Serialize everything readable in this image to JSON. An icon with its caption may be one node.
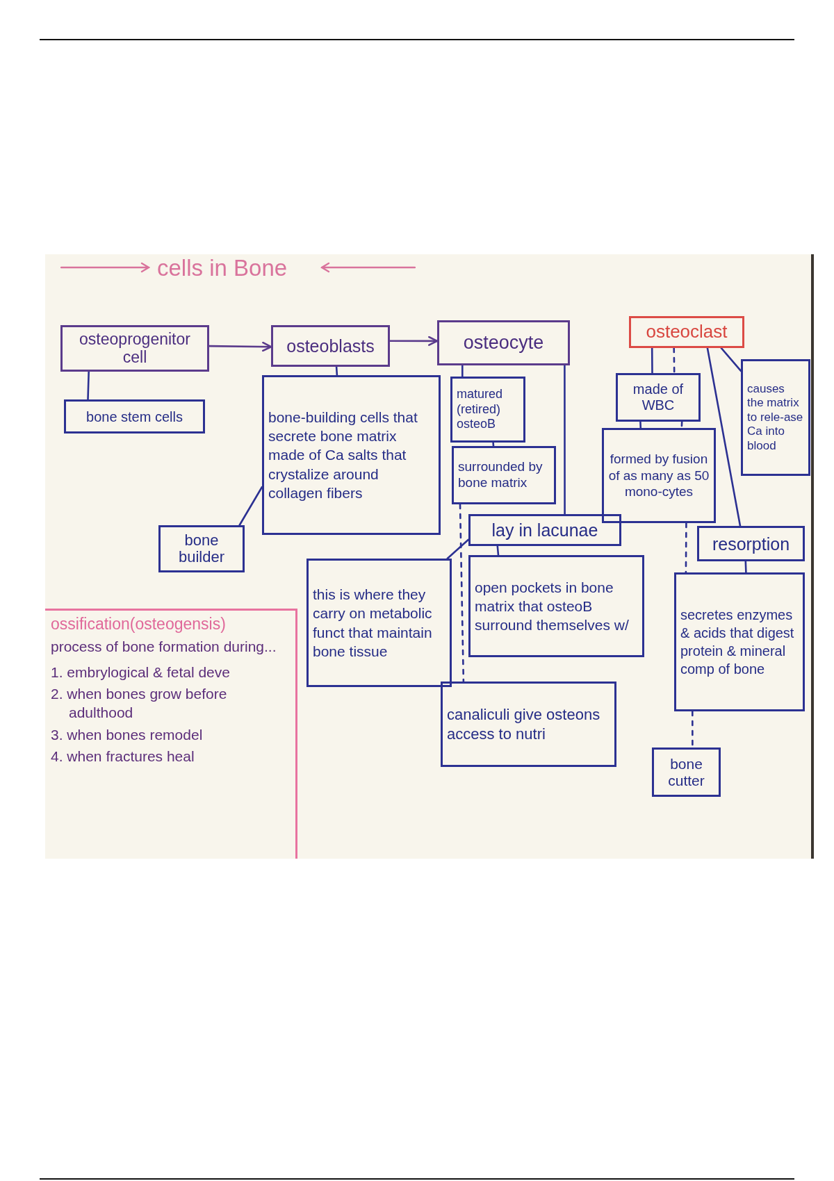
{
  "diagram": {
    "title": "cells in Bone",
    "nodes": [
      {
        "text": [
          "osteoprogenitor cell"
        ]
      },
      {
        "text": [
          "bone stem cells"
        ]
      },
      {
        "text": [
          "osteoblasts"
        ]
      },
      {
        "text": [
          "bone-building cells that secrete bone matrix made of Ca salts that crystalize around collagen fibers"
        ]
      },
      {
        "text": [
          "bone builder"
        ]
      },
      {
        "text": [
          "osteocyte"
        ]
      },
      {
        "text": [
          "matured (retired) osteoB"
        ]
      },
      {
        "text": [
          "surrounded by bone matrix"
        ]
      },
      {
        "text": [
          "lay in lacunae"
        ]
      },
      {
        "text": [
          "open pockets in bone matrix that osteoB surround themselves w/"
        ]
      },
      {
        "text": [
          "this is where they carry on metabolic funct that maintain bone tissue"
        ]
      },
      {
        "text": [
          "canaliculi give osteons access to nutri"
        ]
      },
      {
        "text": [
          "osteoclast"
        ]
      },
      {
        "text": [
          "made of WBC"
        ]
      },
      {
        "text": [
          "formed by fusion of as many as 50 mono-cytes"
        ]
      },
      {
        "text": [
          "causes the matrix to rele-ase Ca into blood"
        ]
      },
      {
        "text": [
          "resorption"
        ]
      },
      {
        "text": [
          "secretes enzymes & acids that digest protein & mineral comp of bone"
        ]
      },
      {
        "text": [
          "bone cutter"
        ]
      },
      {
        "text": [
          "ossification(osteogensis)",
          "process of bone formation during...",
          "1. embrylogical & fetal deve",
          "2. when bones grow before adulthood",
          "3. when bones remodel",
          "4. when fractures heal"
        ]
      }
    ],
    "edges": [
      {
        "from": 0,
        "to": 2,
        "arrow": "to",
        "color": "#5b3b8c"
      },
      {
        "from": 2,
        "to": 5,
        "arrow": "to",
        "color": "#5b3b8c"
      },
      {
        "from": 0,
        "to": 1,
        "arrow": "none"
      },
      {
        "from": 2,
        "to": 3,
        "arrow": "none"
      },
      {
        "from": 3,
        "to": 4,
        "arrow": "none"
      },
      {
        "from": 5,
        "to": 6,
        "arrow": "none"
      },
      {
        "from": 6,
        "to": 7,
        "arrow": "none"
      },
      {
        "from": 5,
        "to": 8,
        "arrow": "none"
      },
      {
        "from": 8,
        "to": 9,
        "arrow": "none"
      },
      {
        "from": 8,
        "to": 10,
        "arrow": "none"
      },
      {
        "from": 7,
        "to": 11,
        "arrow": "none",
        "style": "dashed"
      },
      {
        "from": 12,
        "to": 13,
        "arrow": "none"
      },
      {
        "from": 12,
        "to": 13,
        "arrow": "none",
        "style": "dashed"
      },
      {
        "from": 13,
        "to": 14,
        "arrow": "none"
      },
      {
        "from": 13,
        "to": 14,
        "arrow": "none",
        "style": "dashed"
      },
      {
        "from": 14,
        "to": 17,
        "arrow": "none",
        "style": "dashed"
      },
      {
        "from": 12,
        "to": 15,
        "arrow": "none"
      },
      {
        "from": 12,
        "to": 16,
        "arrow": "none"
      },
      {
        "from": 16,
        "to": 17,
        "arrow": "none"
      },
      {
        "from": 17,
        "to": 18,
        "arrow": "none",
        "style": "dashed"
      }
    ]
  }
}
